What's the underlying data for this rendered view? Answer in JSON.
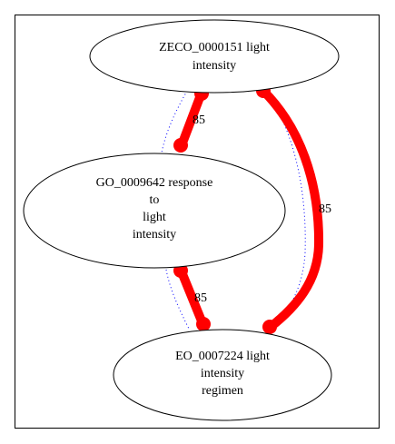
{
  "colors": {
    "strong_edge": "#ff0000",
    "dotted_edge": "#0000ff",
    "node_stroke": "#000000"
  },
  "nodes": [
    {
      "id": "zeco",
      "lines": [
        "ZECO_0000151 light",
        "intensity"
      ]
    },
    {
      "id": "go",
      "lines": [
        "GO_0009642 response",
        "to",
        "light",
        "intensity"
      ]
    },
    {
      "id": "eo",
      "lines": [
        "EO_0007224 light",
        "intensity",
        "regimen"
      ]
    }
  ],
  "edges": [
    {
      "from": "zeco",
      "to": "go",
      "label": "85"
    },
    {
      "from": "go",
      "to": "eo",
      "label": "85"
    },
    {
      "from": "zeco",
      "to": "eo",
      "label": "85"
    }
  ]
}
